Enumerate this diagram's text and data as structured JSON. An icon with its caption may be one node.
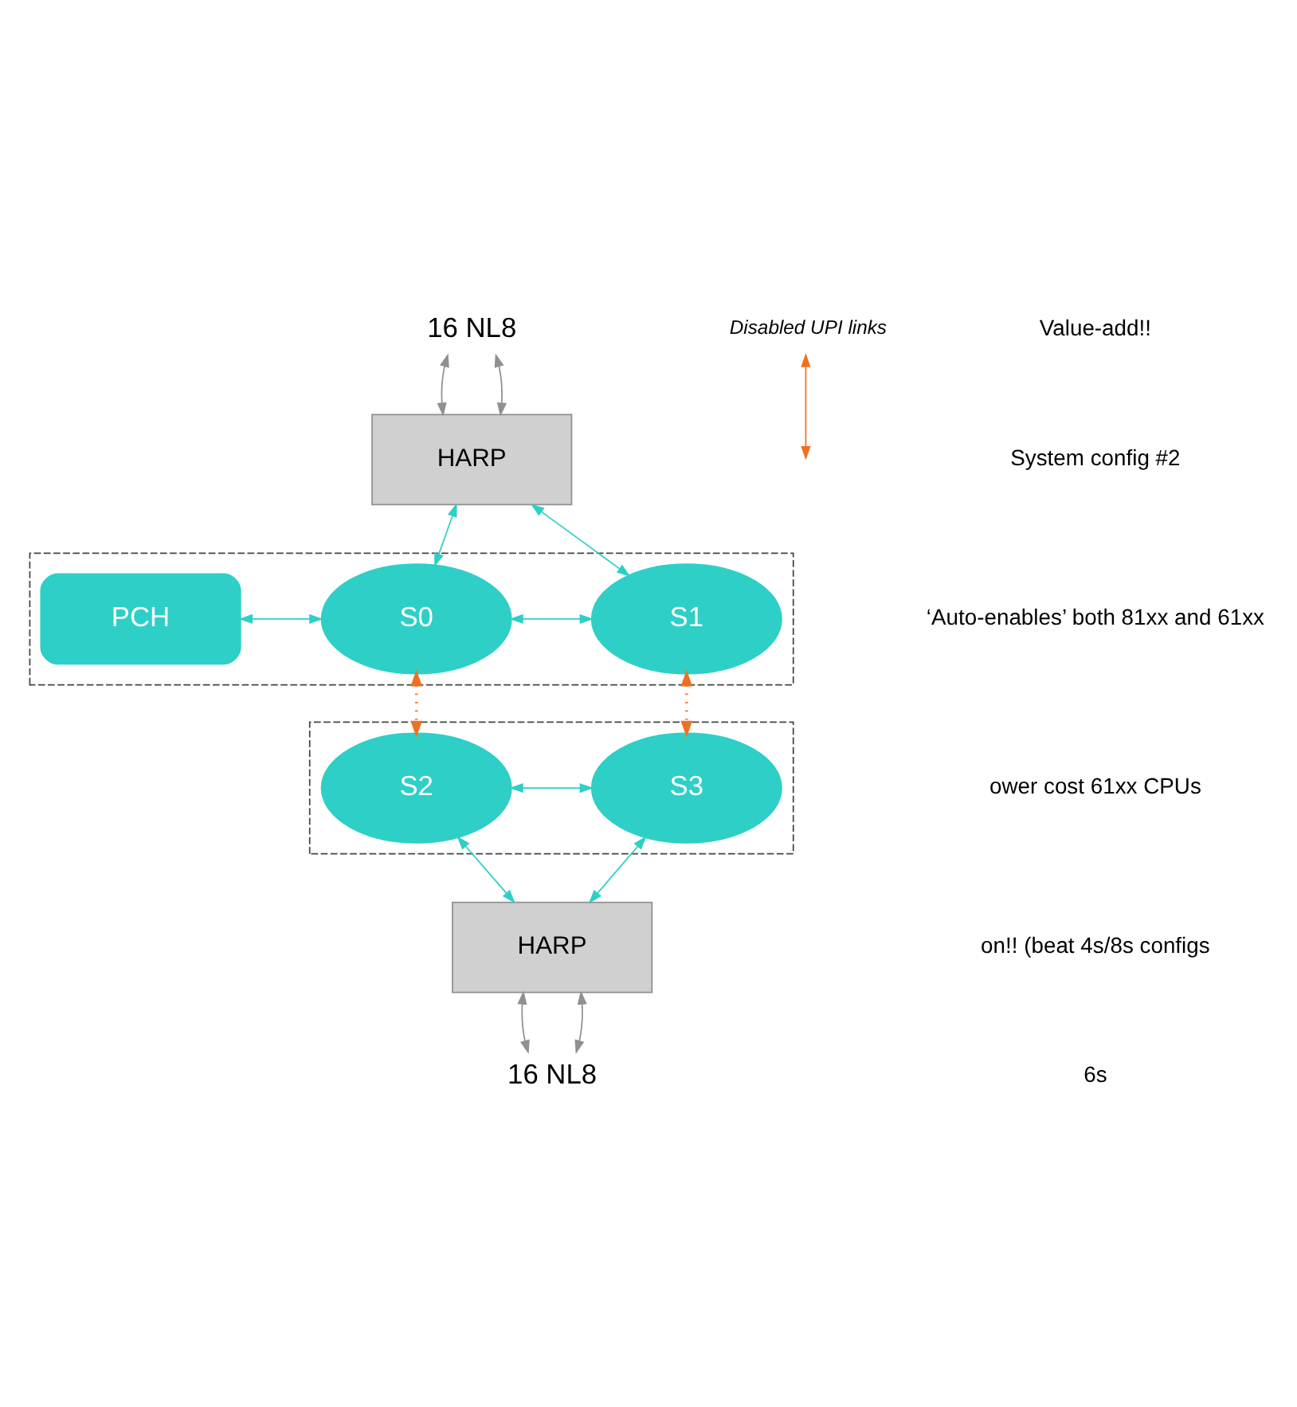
{
  "diagram": {
    "nodes": [
      {
        "text": [
          "16 NL8"
        ]
      },
      {
        "text": [
          "HARP"
        ]
      },
      {
        "text": [],
        "shape": "box"
      },
      {
        "text": [
          "PCH"
        ],
        "in": 2
      },
      {
        "text": [
          "S0"
        ],
        "in": 2
      },
      {
        "text": [
          "S1"
        ],
        "in": 2
      },
      {
        "text": [],
        "shape": "box"
      },
      {
        "text": [
          "S2"
        ],
        "in": 6
      },
      {
        "text": [
          "S3"
        ],
        "in": 6
      },
      {
        "text": [
          "HARP"
        ]
      },
      {
        "text": [
          "16 NL8"
        ]
      },
      {
        "text": [
          "Disabled UPI links"
        ]
      }
    ],
    "edges": [
      {
        "from": 0,
        "to": 1,
        "arrow": "both",
        "color": "#909090"
      },
      {
        "from": 0,
        "to": 1,
        "arrow": "both",
        "color": "#909090"
      },
      {
        "from": 1,
        "to": 4,
        "arrow": "both"
      },
      {
        "from": 1,
        "to": 5,
        "arrow": "both"
      },
      {
        "from": 3,
        "to": 4,
        "arrow": "both"
      },
      {
        "from": 4,
        "to": 5,
        "arrow": "both"
      },
      {
        "from": 4,
        "to": 7,
        "arrow": "both",
        "style": "dashed",
        "color": "#f07020"
      },
      {
        "from": 5,
        "to": 8,
        "arrow": "both",
        "style": "dashed",
        "color": "#f07020"
      },
      {
        "from": 7,
        "to": 8,
        "arrow": "both"
      },
      {
        "from": 7,
        "to": 9,
        "arrow": "both"
      },
      {
        "from": 8,
        "to": 9,
        "arrow": "both"
      },
      {
        "from": 9,
        "to": 10,
        "arrow": "both",
        "color": "#909090"
      },
      {
        "from": 9,
        "to": 10,
        "arrow": "both",
        "color": "#909090"
      },
      {
        "from": 11,
        "to": null,
        "arrow": "both",
        "color": "#f07020"
      }
    ],
    "labels": [
      "Value-add!!",
      "System config #2",
      "‘Auto-enables’ both 81xx and 61xx",
      "ower cost 61xx CPUs",
      "on!! (beat 4s/8s configs",
      "6s"
    ]
  }
}
